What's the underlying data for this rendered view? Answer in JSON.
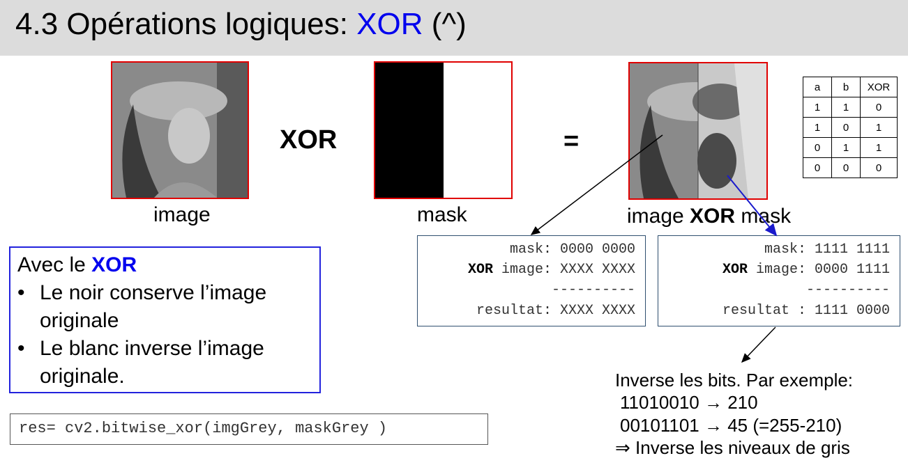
{
  "title": {
    "prefix": "4.3 Opérations logiques: ",
    "accent": "XOR",
    "suffix": " (^)"
  },
  "captions": {
    "image": "image",
    "mask": "mask",
    "result_a": "image ",
    "result_b": "XOR",
    "result_c": " mask"
  },
  "operators": {
    "xor": "XOR",
    "equals": "="
  },
  "truth_table": {
    "headers": [
      "a",
      "b",
      "XOR"
    ],
    "rows": [
      [
        "1",
        "1",
        "0"
      ],
      [
        "1",
        "0",
        "1"
      ],
      [
        "0",
        "1",
        "1"
      ],
      [
        "0",
        "0",
        "0"
      ]
    ]
  },
  "code_left": {
    "l1": "mask: 0000 0000",
    "l2_bold": "XOR",
    "l2": " image: XXXX XXXX",
    "l3": "----------",
    "l4": "resultat: XXXX XXXX"
  },
  "code_right": {
    "l1": "mask: 1111 1111",
    "l2_bold": "XOR",
    "l2": " image: 0000 1111",
    "l3": "----------",
    "l4": "resultat : 1111 0000"
  },
  "info": {
    "heading_a": "Avec le ",
    "heading_b": "XOR",
    "b1_l1": "Le noir conserve l’image",
    "b1_l2": "originale",
    "b2_l1": "Le blanc inverse l’image",
    "b2_l2": "originale.",
    "bullet": "•"
  },
  "command": "res= cv2.bitwise_xor(imgGrey, maskGrey )",
  "note": {
    "l1": "Inverse les bits. Par exemple:",
    "l2": "11010010 → 210",
    "l3": "00101101 → 45 (=255-210)",
    "l4": "⇒ Inverse les niveaux de gris"
  },
  "colors": {
    "accent": "#0000ee",
    "frame": "#e00000",
    "box_border": "#2222dd",
    "code_border": "#2f4f6f",
    "title_bg": "#dcdcdc"
  }
}
